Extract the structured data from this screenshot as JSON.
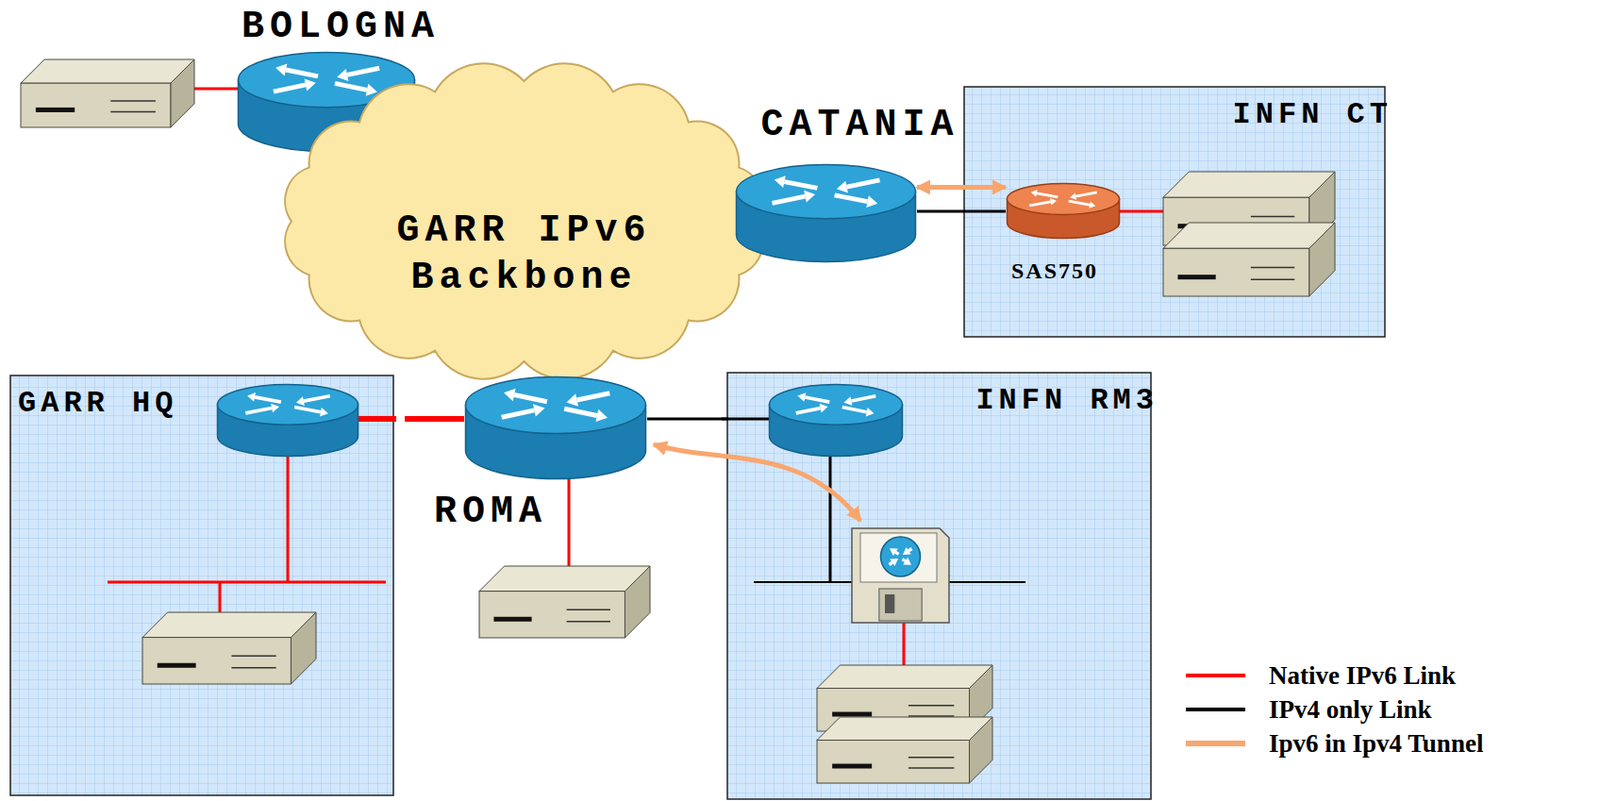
{
  "diagram": {
    "nodes": [
      {
        "text": [
          "BOLOGNA"
        ]
      },
      {
        "text": [
          "GARR IPv6 Backbone"
        ]
      },
      {
        "text": [
          "CATANIA"
        ]
      },
      {
        "text": [
          "INFN CT"
        ]
      },
      {
        "text": [
          "SAS750"
        ],
        "in": 3
      },
      {
        "text": [
          "GARR HQ"
        ]
      },
      {
        "text": [
          "ROMA"
        ]
      },
      {
        "text": [
          "INFN RM3"
        ]
      }
    ],
    "edges": [
      {
        "from": 2,
        "to": 4,
        "arrow": "none"
      },
      {
        "from": 2,
        "to": 4,
        "arrow": "both"
      },
      {
        "from": 6,
        "to": 5,
        "arrow": "none"
      },
      {
        "from": 6,
        "to": 7,
        "arrow": "none"
      }
    ],
    "legend": [
      {
        "text": "Native IPv6 Link"
      },
      {
        "text": "IPv4 only Link"
      },
      {
        "text": "Ipv6 in Ipv4 Tunnel"
      }
    ]
  }
}
